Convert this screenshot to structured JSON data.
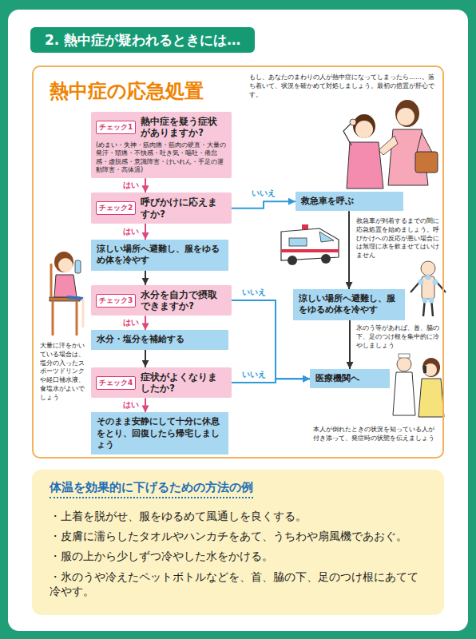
{
  "diagram": {
    "title": "2. 熱中症が疑われるときには…",
    "nodes": [
      {
        "text": [
          "熱中症の応急処置",
          "もし、あなたのまわりの人が熱中症になってしまったら……。落ち着いて、状況を確かめて対処しましょう。最初の措置が肝心です。"
        ]
      },
      {
        "text": [
          "チェック1",
          "熱中症を疑う症状がありますか?",
          "(めまい・失神・筋肉痛・筋肉の硬直・大量の発汗・頭痛・不快感・吐き気・嘔吐・倦怠感・虚脱感・意識障害・けいれん・手足の運動障害・高体温)"
        ],
        "in": 0
      },
      {
        "text": [
          "チェック2",
          "呼びかけに応えますか?"
        ],
        "in": 0
      },
      {
        "text": [
          "涼しい場所へ避難し、服をゆるめ体を冷やす"
        ],
        "in": 0
      },
      {
        "text": [
          "チェック3",
          "水分を自力で摂取できますか?"
        ],
        "in": 0
      },
      {
        "text": [
          "水分・塩分を補給する"
        ],
        "in": 0
      },
      {
        "text": [
          "チェック4",
          "症状がよくなりましたか?"
        ],
        "in": 0
      },
      {
        "text": [
          "そのまま安静にして十分に休息をとり、回復したら帰宅しましょう"
        ],
        "in": 0
      },
      {
        "text": [
          "救急車を呼ぶ"
        ],
        "in": 0
      },
      {
        "text": [
          "涼しい場所へ避難し、服をゆるめ体を冷やす"
        ],
        "in": 0
      },
      {
        "text": [
          "医療機関へ"
        ],
        "in": 0
      },
      {
        "text": [
          "体温を効果的に下げるための方法の例",
          "・上着を脱がせ、服をゆるめて風通しを良くする。",
          "・皮膚に濡らしたタオルやハンカチをあて、うちわや扇風機であおぐ。",
          "・服の上から少しずつ冷やした水をかける。",
          "・氷のうや冷えたペットボトルなどを、首、脇の下、足のつけ根にあてて冷やす。"
        ]
      }
    ],
    "edges": [
      {
        "from": 1,
        "to": 2,
        "label": "はい",
        "arrow": "to"
      },
      {
        "from": 2,
        "to": 3,
        "label": "はい",
        "arrow": "to"
      },
      {
        "from": 2,
        "to": 8,
        "label": "いいえ",
        "arrow": "to"
      },
      {
        "from": 3,
        "to": 4,
        "arrow": "to"
      },
      {
        "from": 4,
        "to": 5,
        "label": "はい",
        "arrow": "to"
      },
      {
        "from": 4,
        "to": 10,
        "label": "いいえ",
        "arrow": "to"
      },
      {
        "from": 5,
        "to": 6,
        "arrow": "to"
      },
      {
        "from": 6,
        "to": 7,
        "label": "はい",
        "arrow": "to"
      },
      {
        "from": 6,
        "to": 10,
        "label": "いいえ",
        "arrow": "to"
      },
      {
        "from": 8,
        "to": 9,
        "arrow": "to"
      },
      {
        "from": 9,
        "to": 10,
        "arrow": "to"
      }
    ],
    "labels": [
      "救急車が到着するまでの間に応急処置を始めましょう。呼びかけへの反応が悪い場合には無理に水を飲ませてはいけません",
      "氷のう等があれば、首、脇の下、足のつけ根を集中的に冷やしましょう",
      "大量に汗をかいている場合は、塩分の入ったスポーツドリンクや経口補水液、食塩水がよいでしょう",
      "本人が倒れたときの状況を知っている人が付き添って、発症時の状態を伝えましょう"
    ]
  }
}
